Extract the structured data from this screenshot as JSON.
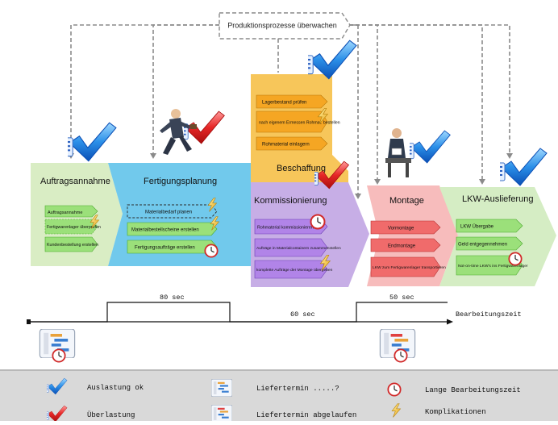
{
  "header": {
    "monitor_label": "Produktionsprozesse überwachen"
  },
  "stages": {
    "auftragsannahme": {
      "title": "Auftragsannahme",
      "items": [
        "Auftragsannahme",
        "Fertigwarenlager überprüfen",
        "Kundenbestellung erstellen"
      ]
    },
    "fertigungsplanung": {
      "title": "Fertigungsplanung",
      "items": [
        "Materialbedarf planen",
        "Materialbestellscheine erstellen",
        "Fertigungsaufträge erstellen"
      ]
    },
    "beschaffung": {
      "title": "Beschaffung",
      "items": [
        "Lagerbestand prüfen",
        "nach eigenem Ermessen Rohmat. bestellen",
        "Rohmaterial einlagern"
      ]
    },
    "kommissionierung": {
      "title": "Kommissionierung",
      "items": [
        "Rohmaterial kommissionieren",
        "Aufträge in Materialcontainern zusammenstellen",
        "komplette Aufträge der Montage übergeben"
      ]
    },
    "montage": {
      "title": "Montage",
      "items": [
        "Vormontage",
        "Endmontage",
        "LKW zum Fertigwarenlager transportieren"
      ]
    },
    "lkw": {
      "title": "LKW-Auslieferung",
      "items": [
        "LKW Übergabe",
        "Geld entgegennehmen",
        "Not-on-time LKW's ins Fertigwarenlager"
      ]
    }
  },
  "timeline": {
    "segment_labels": [
      "80 sec",
      "60 sec",
      "50 sec"
    ],
    "axis_label": "Bearbeitungszeit"
  },
  "legend": {
    "items": [
      {
        "icon": "check-ok-icon",
        "label": "Auslastung ok"
      },
      {
        "icon": "delivery-pending-icon",
        "label": "Liefertermin .....?"
      },
      {
        "icon": "clock-icon",
        "label": "Lange Bearbeitungszeit"
      },
      {
        "icon": "check-overload-icon",
        "label": "Überlastung"
      },
      {
        "icon": "delivery-expired-icon",
        "label": "Liefertermin abgelaufen"
      },
      {
        "icon": "lightning-icon",
        "label": "Komplikationen"
      }
    ]
  },
  "colors": {
    "auftragsannahme": "#d9edc4",
    "fertigungsplanung": "#71c9ec",
    "beschaffung": "#f7c65a",
    "kommissionierung": "#c7aee6",
    "montage": "#f7bcbc",
    "lkw": "#d5edc4",
    "item_green": "#9be07a",
    "item_orange": "#f5a623",
    "item_purple": "#b184e8",
    "item_red": "#f06b6b",
    "check_blue": "#1e7ee0",
    "check_red": "#e02020"
  }
}
